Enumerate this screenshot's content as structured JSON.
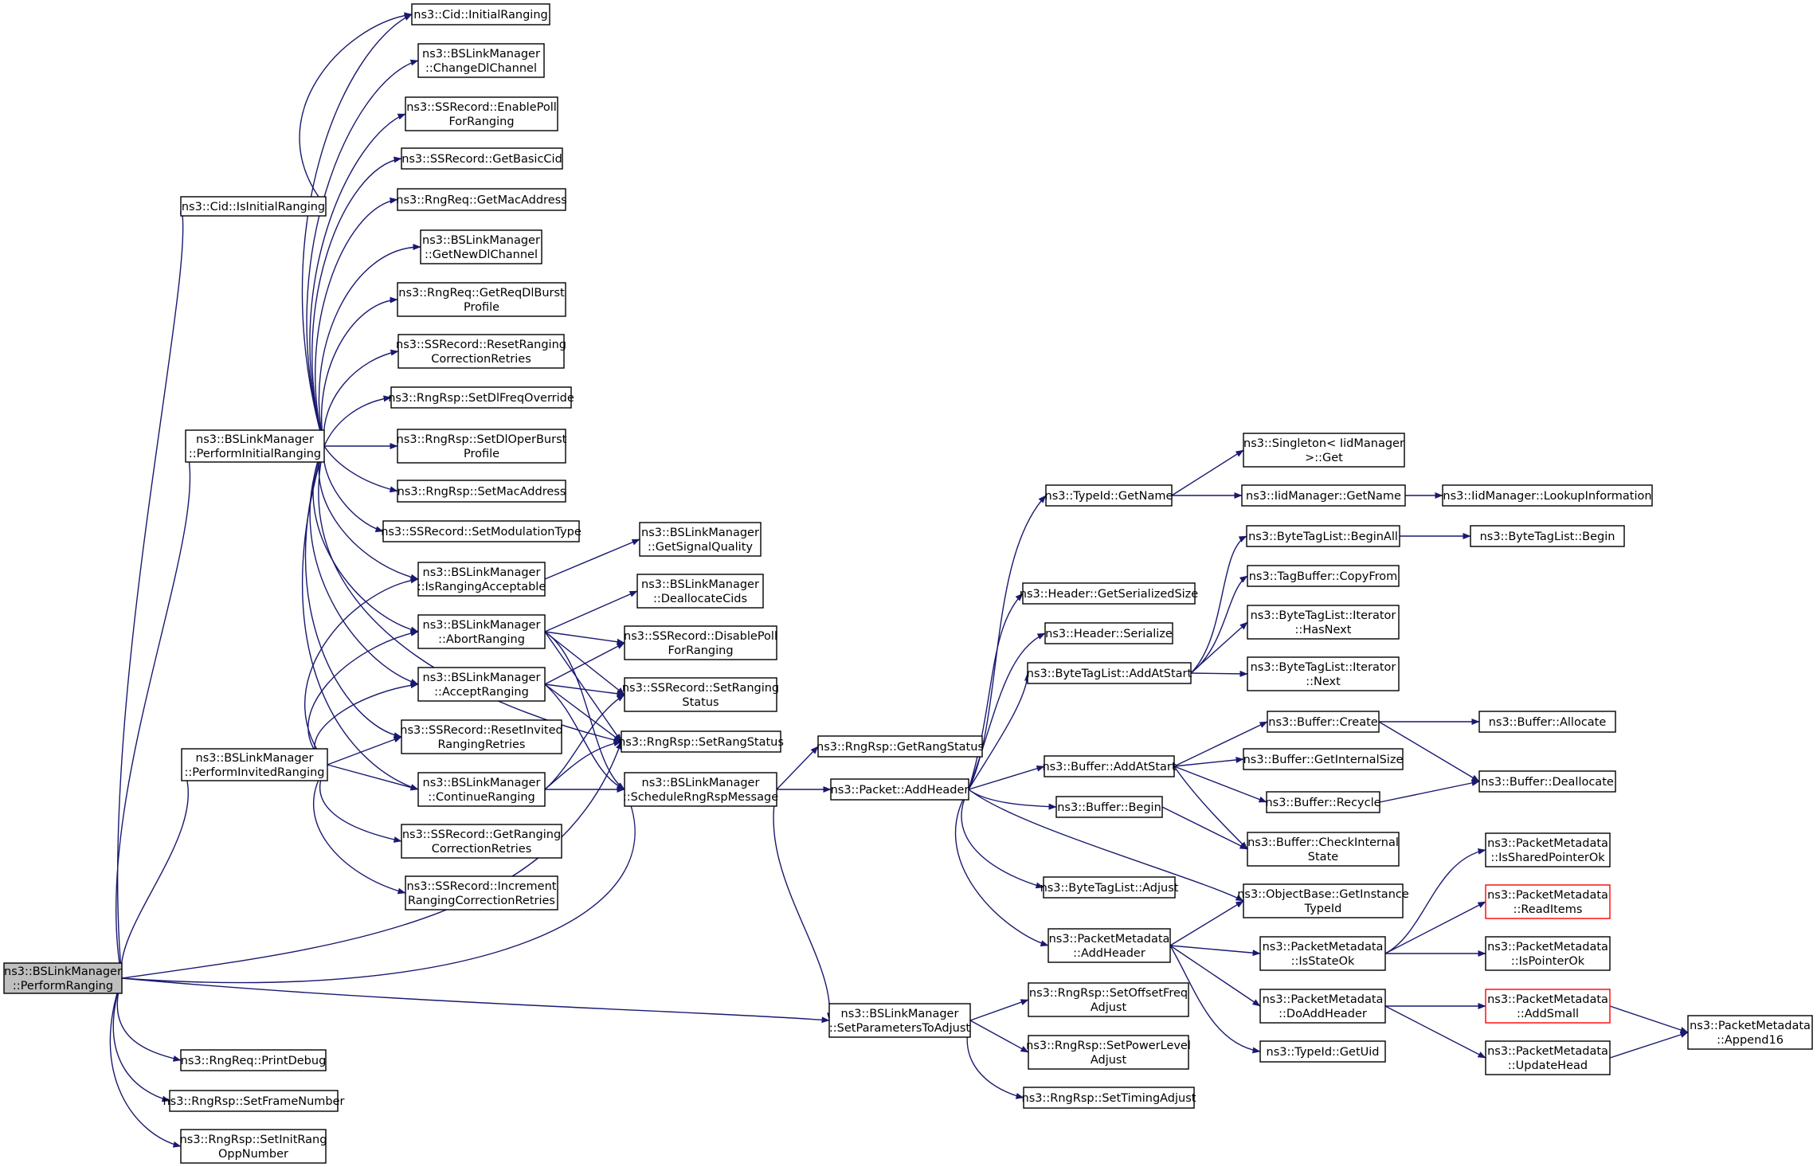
{
  "colors": {
    "edge": "#191970",
    "node_border": "#000000",
    "root_fill": "#bfbfbf",
    "incomplete_border": "#ff0000"
  },
  "nodes": [
    {
      "id": "root",
      "lines": [
        "ns3::BSLinkManager",
        "::PerformRanging"
      ],
      "root": true
    },
    {
      "id": "cidIsInit",
      "lines": [
        "ns3::Cid::IsInitialRanging"
      ]
    },
    {
      "id": "cidInit",
      "lines": [
        "ns3::Cid::InitialRanging"
      ]
    },
    {
      "id": "changeDl",
      "lines": [
        "ns3::BSLinkManager",
        "::ChangeDlChannel"
      ]
    },
    {
      "id": "enablePoll",
      "lines": [
        "ns3::SSRecord::EnablePoll",
        "ForRanging"
      ]
    },
    {
      "id": "basicCid",
      "lines": [
        "ns3::SSRecord::GetBasicCid"
      ]
    },
    {
      "id": "reqMac",
      "lines": [
        "ns3::RngReq::GetMacAddress"
      ]
    },
    {
      "id": "newDl",
      "lines": [
        "ns3::BSLinkManager",
        "::GetNewDlChannel"
      ]
    },
    {
      "id": "reqDlBurst",
      "lines": [
        "ns3::RngReq::GetReqDlBurst",
        "Profile"
      ]
    },
    {
      "id": "resetCorr",
      "lines": [
        "ns3::SSRecord::ResetRanging",
        "CorrectionRetries"
      ]
    },
    {
      "id": "dlFreq",
      "lines": [
        "ns3::RngRsp::SetDlFreqOverride"
      ]
    },
    {
      "id": "pInit",
      "lines": [
        "ns3::BSLinkManager",
        "::PerformInitialRanging"
      ]
    },
    {
      "id": "dlOper",
      "lines": [
        "ns3::RngRsp::SetDlOperBurst",
        "Profile"
      ]
    },
    {
      "id": "rspMac",
      "lines": [
        "ns3::RngRsp::SetMacAddress"
      ]
    },
    {
      "id": "modType",
      "lines": [
        "ns3::SSRecord::SetModulationType"
      ]
    },
    {
      "id": "isAccept",
      "lines": [
        "ns3::BSLinkManager",
        "::IsRangingAcceptable"
      ]
    },
    {
      "id": "sigQ",
      "lines": [
        "ns3::BSLinkManager",
        "::GetSignalQuality"
      ]
    },
    {
      "id": "abort",
      "lines": [
        "ns3::BSLinkManager",
        "::AbortRanging"
      ]
    },
    {
      "id": "dealloc",
      "lines": [
        "ns3::BSLinkManager",
        "::DeallocateCids"
      ]
    },
    {
      "id": "disPoll",
      "lines": [
        "ns3::SSRecord::DisablePoll",
        "ForRanging"
      ]
    },
    {
      "id": "accept",
      "lines": [
        "ns3::BSLinkManager",
        "::AcceptRanging"
      ]
    },
    {
      "id": "setRangStatus",
      "lines": [
        "ns3::SSRecord::SetRanging",
        "Status"
      ]
    },
    {
      "id": "pInvited",
      "lines": [
        "ns3::BSLinkManager",
        "::PerformInvitedRanging"
      ]
    },
    {
      "id": "resetInv",
      "lines": [
        "ns3::SSRecord::ResetInvited",
        "RangingRetries"
      ]
    },
    {
      "id": "rspSetRang",
      "lines": [
        "ns3::RngRsp::SetRangStatus"
      ]
    },
    {
      "id": "getRang",
      "lines": [
        "ns3::RngRsp::GetRangStatus"
      ]
    },
    {
      "id": "cont",
      "lines": [
        "ns3::BSLinkManager",
        "::ContinueRanging"
      ]
    },
    {
      "id": "sched",
      "lines": [
        "ns3::BSLinkManager",
        "::ScheduleRngRspMessage"
      ]
    },
    {
      "id": "getCorr",
      "lines": [
        "ns3::SSRecord::GetRanging",
        "CorrectionRetries"
      ]
    },
    {
      "id": "incCorr",
      "lines": [
        "ns3::SSRecord::Increment",
        "RangingCorrectionRetries"
      ]
    },
    {
      "id": "printDbg",
      "lines": [
        "ns3::RngReq::PrintDebug"
      ]
    },
    {
      "id": "frameNum",
      "lines": [
        "ns3::RngRsp::SetFrameNumber"
      ]
    },
    {
      "id": "initRang",
      "lines": [
        "ns3::RngRsp::SetInitRang",
        "OppNumber"
      ]
    },
    {
      "id": "addHeader",
      "lines": [
        "ns3::Packet::AddHeader"
      ]
    },
    {
      "id": "setParams",
      "lines": [
        "ns3::BSLinkManager",
        "::SetParametersToAdjust"
      ]
    },
    {
      "id": "offFreq",
      "lines": [
        "ns3::RngRsp::SetOffsetFreq",
        "Adjust"
      ]
    },
    {
      "id": "powLvl",
      "lines": [
        "ns3::RngRsp::SetPowerLevel",
        "Adjust"
      ]
    },
    {
      "id": "timAdj",
      "lines": [
        "ns3::RngRsp::SetTimingAdjust"
      ]
    },
    {
      "id": "getName",
      "lines": [
        "ns3::TypeId::GetName"
      ]
    },
    {
      "id": "singleton",
      "lines": [
        "ns3::Singleton< IidManager",
        ">::Get"
      ]
    },
    {
      "id": "iidGetName",
      "lines": [
        "ns3::IidManager::GetName"
      ]
    },
    {
      "id": "lookup",
      "lines": [
        "ns3::IidManager::LookupInformation"
      ]
    },
    {
      "id": "serSize",
      "lines": [
        "ns3::Header::GetSerializedSize"
      ]
    },
    {
      "id": "serialize",
      "lines": [
        "ns3::Header::Serialize"
      ]
    },
    {
      "id": "btlAddAt",
      "lines": [
        "ns3::ByteTagList::AddAtStart"
      ]
    },
    {
      "id": "beginAll",
      "lines": [
        "ns3::ByteTagList::BeginAll"
      ]
    },
    {
      "id": "btlBegin",
      "lines": [
        "ns3::ByteTagList::Begin"
      ]
    },
    {
      "id": "copyFrom",
      "lines": [
        "ns3::TagBuffer::CopyFrom"
      ]
    },
    {
      "id": "hasNext",
      "lines": [
        "ns3::ByteTagList::Iterator",
        "::HasNext"
      ]
    },
    {
      "id": "next",
      "lines": [
        "ns3::ByteTagList::Iterator",
        "::Next"
      ]
    },
    {
      "id": "bufAddAt",
      "lines": [
        "ns3::Buffer::AddAtStart"
      ]
    },
    {
      "id": "create",
      "lines": [
        "ns3::Buffer::Create"
      ]
    },
    {
      "id": "allocate",
      "lines": [
        "ns3::Buffer::Allocate"
      ]
    },
    {
      "id": "internalSize",
      "lines": [
        "ns3::Buffer::GetInternalSize"
      ]
    },
    {
      "id": "recycle",
      "lines": [
        "ns3::Buffer::Recycle"
      ]
    },
    {
      "id": "dealloc2",
      "lines": [
        "ns3::Buffer::Deallocate"
      ]
    },
    {
      "id": "bufBegin",
      "lines": [
        "ns3::Buffer::Begin"
      ]
    },
    {
      "id": "checkInt",
      "lines": [
        "ns3::Buffer::CheckInternal",
        "State"
      ]
    },
    {
      "id": "btlAdjust",
      "lines": [
        "ns3::ByteTagList::Adjust"
      ]
    },
    {
      "id": "getInstTid",
      "lines": [
        "ns3::ObjectBase::GetInstance",
        "TypeId"
      ]
    },
    {
      "id": "pmAddHeader",
      "lines": [
        "ns3::PacketMetadata",
        "::AddHeader"
      ]
    },
    {
      "id": "isStateOk",
      "lines": [
        "ns3::PacketMetadata",
        "::IsStateOk"
      ]
    },
    {
      "id": "isShared",
      "lines": [
        "ns3::PacketMetadata",
        "::IsSharedPointerOk"
      ]
    },
    {
      "id": "readItems",
      "lines": [
        "ns3::PacketMetadata",
        "::ReadItems"
      ],
      "incomplete": true
    },
    {
      "id": "isPtrOk",
      "lines": [
        "ns3::PacketMetadata",
        "::IsPointerOk"
      ]
    },
    {
      "id": "doAddHeader",
      "lines": [
        "ns3::PacketMetadata",
        "::DoAddHeader"
      ]
    },
    {
      "id": "addSmall",
      "lines": [
        "ns3::PacketMetadata",
        "::AddSmall"
      ],
      "incomplete": true
    },
    {
      "id": "updateHead",
      "lines": [
        "ns3::PacketMetadata",
        "::UpdateHead"
      ]
    },
    {
      "id": "append16",
      "lines": [
        "ns3::PacketMetadata",
        "::Append16"
      ]
    },
    {
      "id": "getUid",
      "lines": [
        "ns3::TypeId::GetUid"
      ]
    }
  ]
}
